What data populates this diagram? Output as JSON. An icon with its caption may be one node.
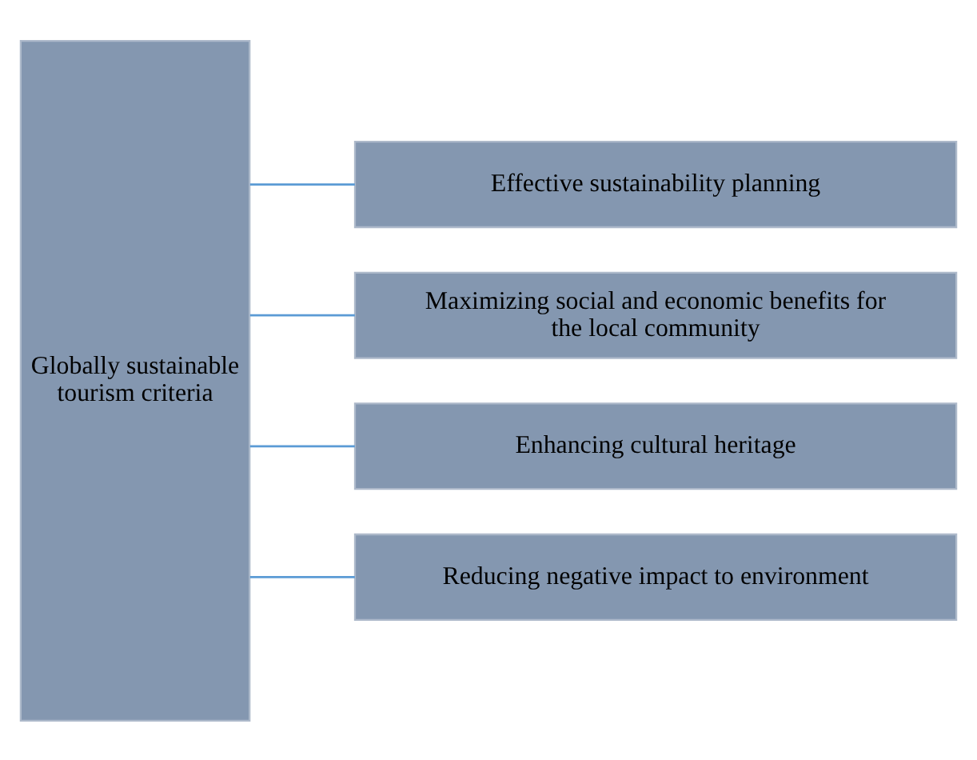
{
  "diagram": {
    "nodes": [
      {
        "text": [
          "Globally sustainable tourism criteria"
        ]
      },
      {
        "text": [
          "Effective sustainability planning"
        ]
      },
      {
        "text": [
          "Maximizing social and economic benefits for the local community"
        ]
      },
      {
        "text": [
          "Enhancing cultural heritage"
        ]
      },
      {
        "text": [
          "Reducing negative impact to environment"
        ]
      }
    ],
    "edges": [
      {
        "from": 0,
        "to": 1,
        "arrow": "none"
      },
      {
        "from": 0,
        "to": 2,
        "arrow": "none"
      },
      {
        "from": 0,
        "to": 3,
        "arrow": "none"
      },
      {
        "from": 0,
        "to": 4,
        "arrow": "none"
      }
    ]
  }
}
